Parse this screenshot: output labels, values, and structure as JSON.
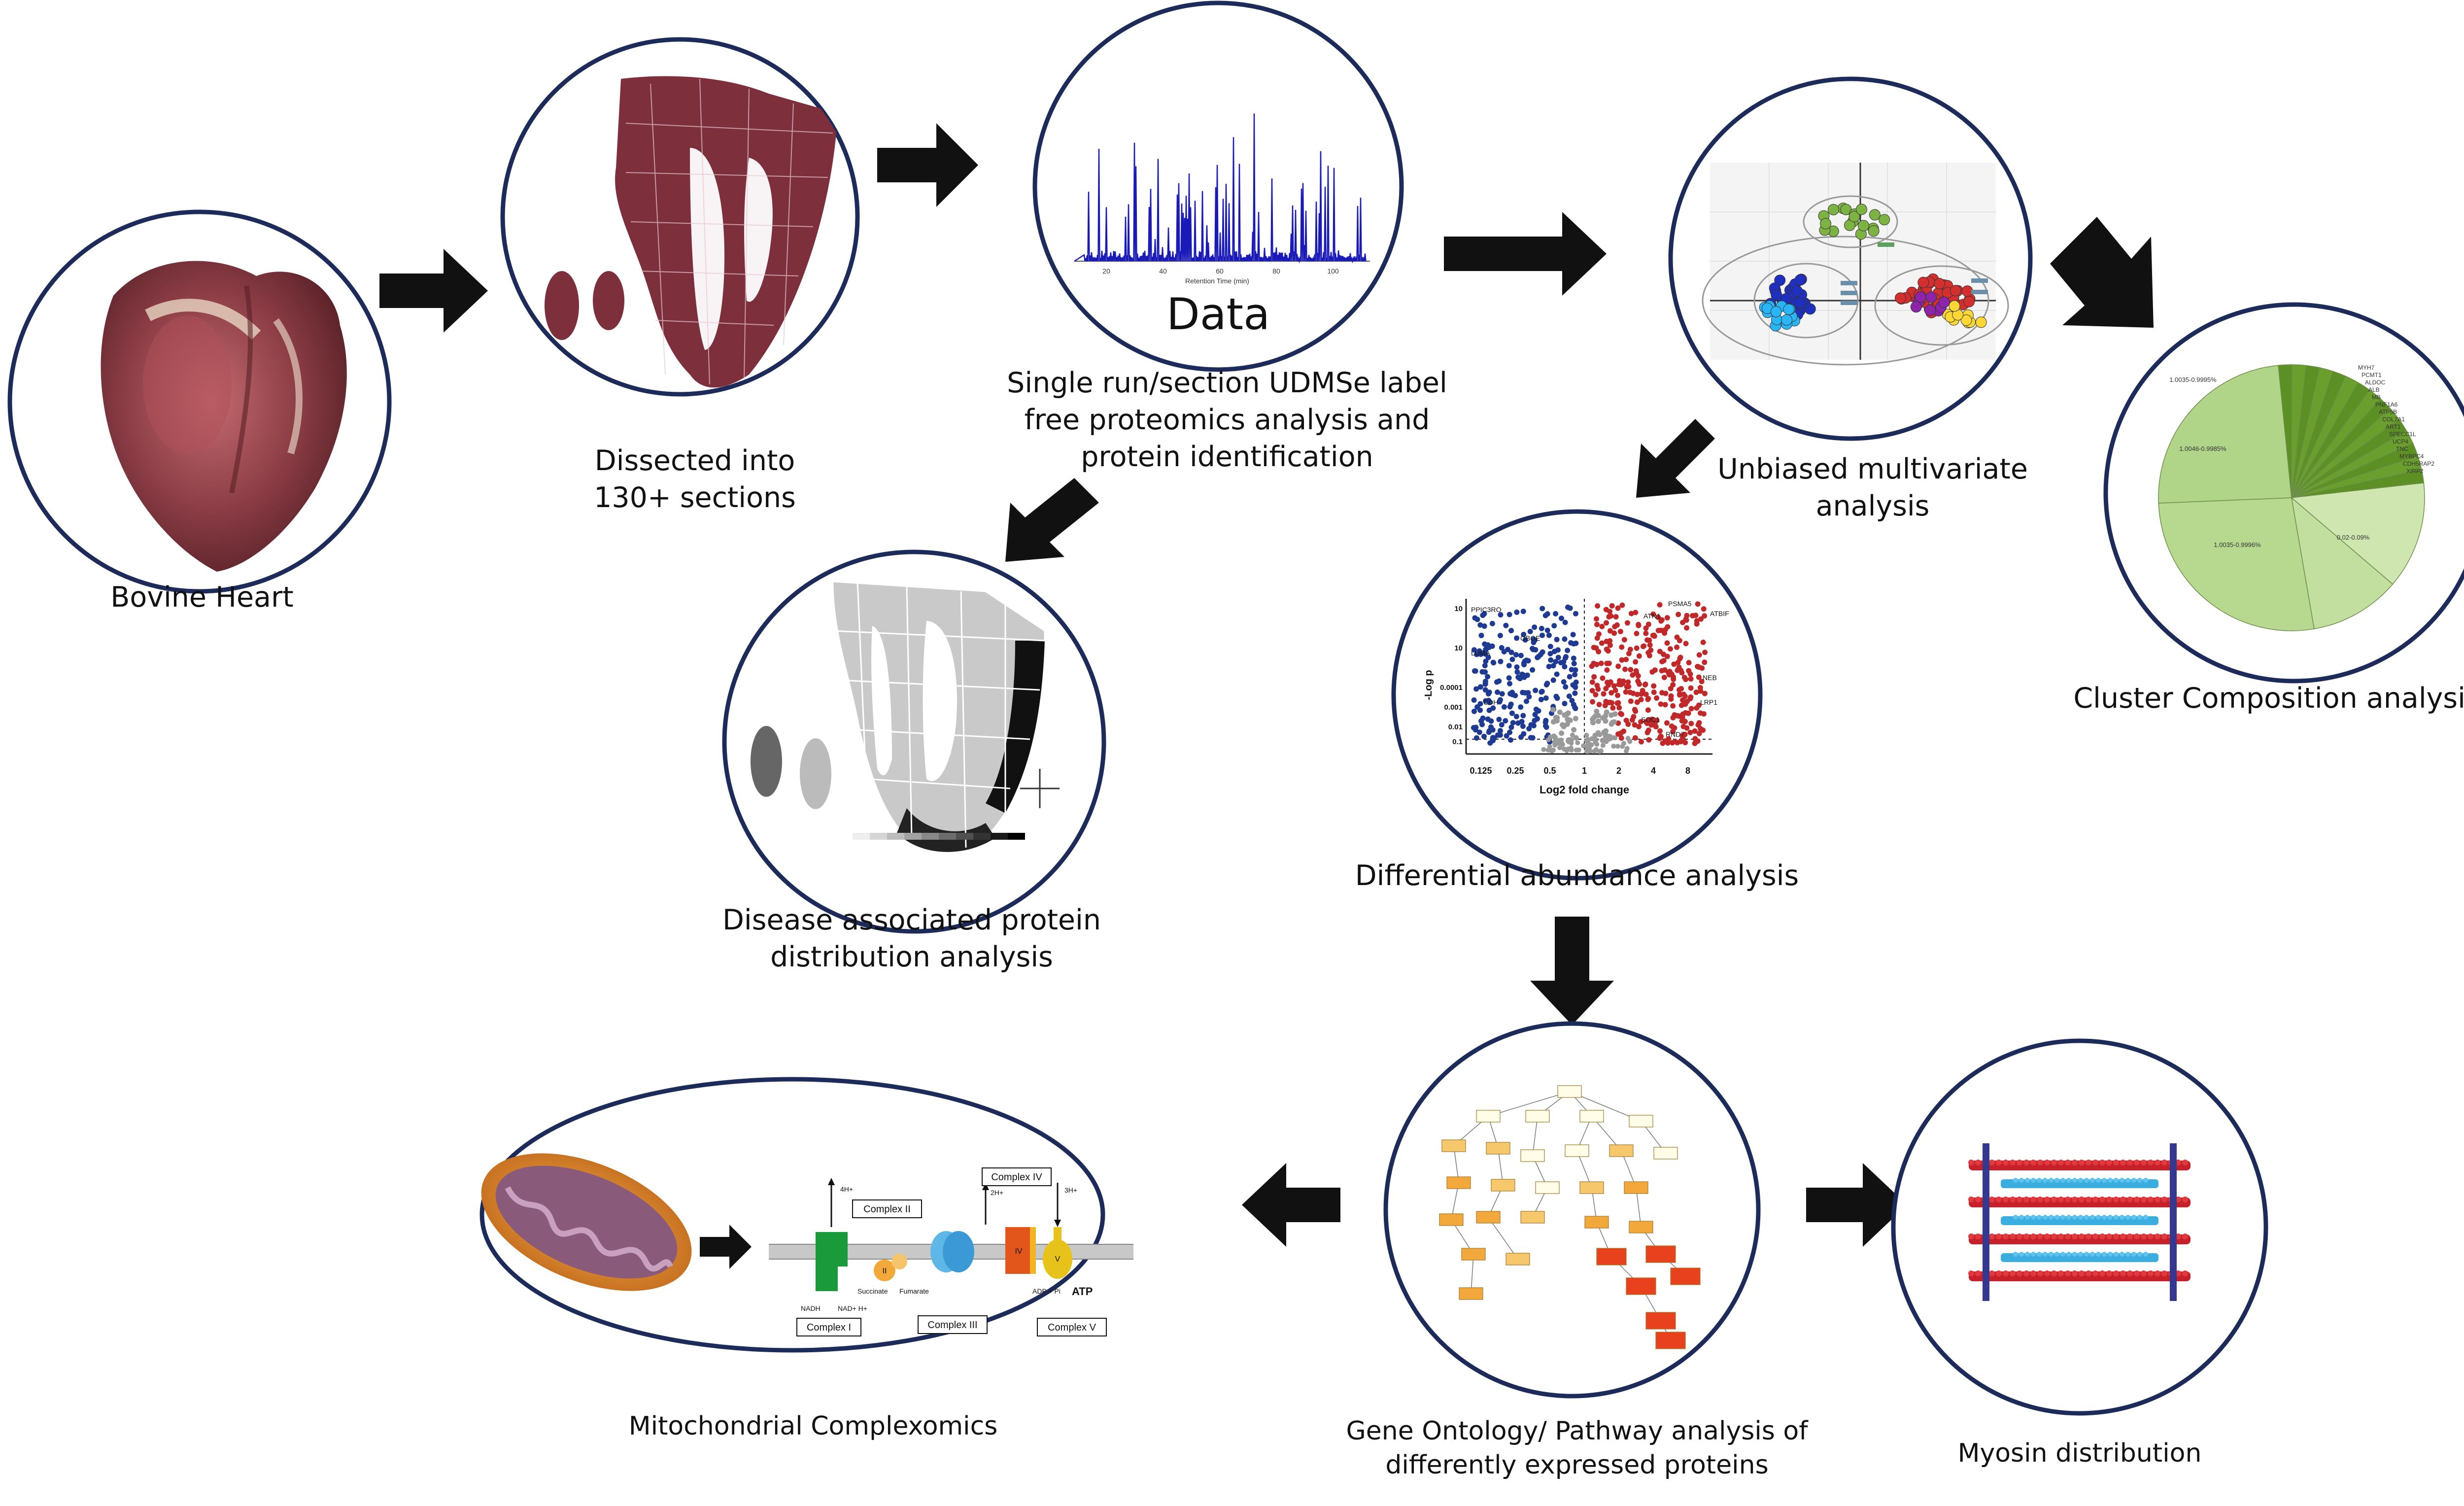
{
  "steps": {
    "bovine_heart": "Bovine Heart",
    "dissected": [
      "Dissected into",
      "130+ sections"
    ],
    "data_title": "Data",
    "proteomics": [
      "Single run/section UDMSe label",
      "free proteomics analysis and",
      "protein identification"
    ],
    "multivariate": [
      "Unbiased multivariate",
      "analysis"
    ],
    "cluster": "Cluster Composition analysis",
    "differential": "Differential abundance analysis",
    "disease": [
      "Disease associated protein",
      "distribution analysis"
    ],
    "gene_ontology": [
      "Gene Ontology/ Pathway analysis of",
      "differently expressed proteins"
    ],
    "mito": "Mitochondrial Complexomics",
    "myosin": "Myosin distribution"
  },
  "chromatogram": {
    "xlabel": "Retention Time (min)",
    "ticks": [
      "20",
      "40",
      "60",
      "80",
      "100"
    ]
  },
  "volcano": {
    "xlabel": "Log2 fold change",
    "ylabel": "-Log p",
    "xticks": [
      "0.125",
      "0.25",
      "0.5",
      "1",
      "2",
      "4",
      "8"
    ],
    "yticks": [
      "10",
      "10",
      "0.0001",
      "0.001",
      "0.01",
      "0.1"
    ],
    "left_genes": [
      "PPIC3RO",
      "LUMA",
      "OBOE",
      "CDH"
    ],
    "right_genes": [
      "PSMA5",
      "ATBIF",
      "ATN1",
      "NEB",
      "LRP1",
      "SOC1",
      "RND7"
    ]
  },
  "pie": {
    "labels": [
      "1.0035-0.9995%",
      "1.0046-0.9985%",
      "1.0035-0.9996%",
      "0.02-0.09%"
    ],
    "genes": [
      "MYH7",
      "PCMT1",
      "ALDOC",
      "ALB",
      "MB",
      "PNF1A6",
      "ATP5B",
      "COL7A1",
      "ART1",
      "SPECC1L",
      "UCP4",
      "TNC",
      "MYBPC4",
      "CDH5RAP2",
      "XIRP2"
    ]
  },
  "complexes": {
    "c1": "Complex I",
    "c2": "Complex II",
    "c3": "Complex III",
    "c4": "Complex IV",
    "c5": "Complex V",
    "nadh": "NADH",
    "nad": "NAD+ H+",
    "succinate": "Succinate",
    "fumarate": "Fumarate",
    "adp": "ADP + Pi",
    "atp": "ATP",
    "h4": "4H+",
    "h2": "2H+",
    "h3": "3H+",
    "rom2": "II",
    "rom4": "IV",
    "rom5": "V"
  },
  "colors": {
    "circle_border": "#1c2b5a",
    "arrow": "#111111",
    "heart": "#8a3c45",
    "volcano_blue": "#1f3a93",
    "volcano_red": "#c0282a",
    "pie_green": "#a9cf7a",
    "complex1": "#1a9a3a",
    "complex4": "#e2561b",
    "complex5": "#e6c21a",
    "myosin_red": "#c8202a",
    "myosin_blue": "#3aaee0",
    "zline": "#35388f"
  }
}
